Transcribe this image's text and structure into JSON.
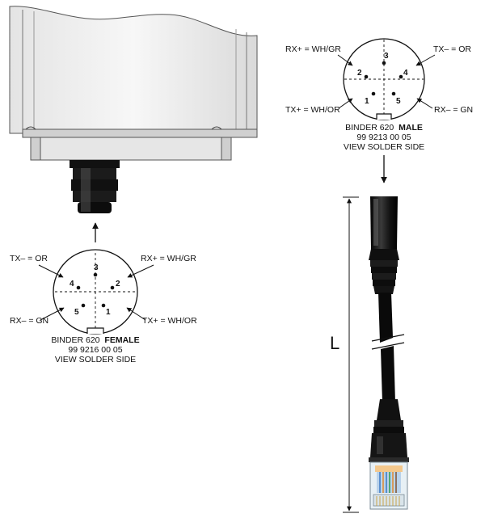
{
  "female_connector": {
    "labels": {
      "top_left": "TX– = OR",
      "top_right": "RX+ = WH/GR",
      "bottom_left": "RX– = GN",
      "bottom_right": "TX+ = WH/OR"
    },
    "pins": [
      "1",
      "2",
      "3",
      "4",
      "5"
    ],
    "caption": {
      "brand": "BINDER 620",
      "type": "FEMALE",
      "part_number": "99 9216 00 05",
      "view": "VIEW SOLDER SIDE"
    }
  },
  "male_connector": {
    "labels": {
      "top_left": "RX+ = WH/GR",
      "top_right": "TX– = OR",
      "bottom_left": "TX+ = WH/OR",
      "bottom_right": "RX– = GN"
    },
    "pins": [
      "1",
      "2",
      "3",
      "4",
      "5"
    ],
    "caption": {
      "brand": "BINDER 620",
      "type": "MALE",
      "part_number": "99 9213 00 05",
      "view": "VIEW SOLDER SIDE"
    }
  },
  "cable": {
    "length_label": "L"
  }
}
